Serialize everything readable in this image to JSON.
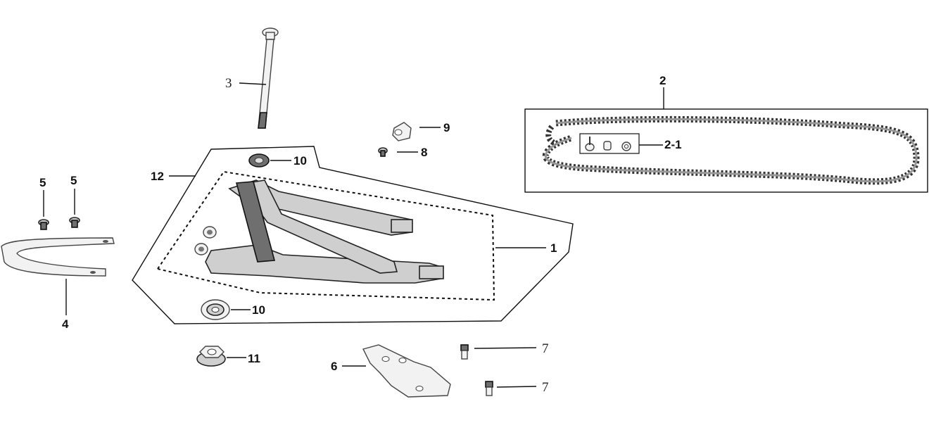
{
  "callouts": {
    "c1": "1",
    "c2": "2",
    "c2_1": "2-1",
    "c3": "3",
    "c4": "4",
    "c5a": "5",
    "c5b": "5",
    "c6": "6",
    "c7a": "7",
    "c7b": "7",
    "c8": "8",
    "c9": "9",
    "c10a": "10",
    "c10b": "10",
    "c11": "11",
    "c12": "12"
  },
  "colors": {
    "line": "#111111",
    "part_fill": "#cfcfcf",
    "part_dark": "#6f6f6f",
    "background": "#ffffff"
  }
}
